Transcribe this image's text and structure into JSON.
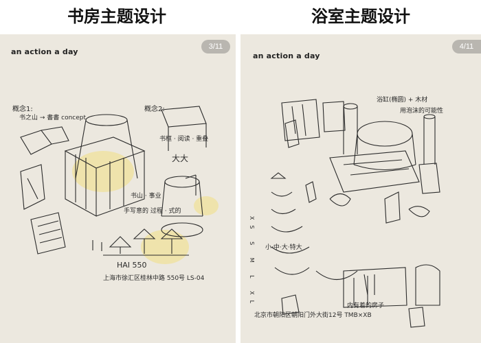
{
  "titles": {
    "left": "书房主题设计",
    "right": "浴室主题设计"
  },
  "left_card": {
    "brand": "an action a day",
    "page": "3/11",
    "notes": {
      "label1": "概念1:",
      "concept": "书之山 → 書書 concept",
      "label2": "概念2:",
      "notes_right": "书框 · 阅读 · 重叠",
      "big": "大大",
      "mid": "书山 · 事业",
      "mid2": "手写意的 过程 · 式的",
      "addr1": "HAI 550",
      "addr2": "上海市徐汇区桂林中路 550号 LS-04"
    },
    "accent_color": "#f2e08a"
  },
  "right_card": {
    "brand": "an action a day",
    "page": "4/11",
    "notes": {
      "top": "浴缸(椭圆) + 木材",
      "top2": "用泡沫的可能性",
      "sizes": "XS S M L XL",
      "row": "小·中·大·特大",
      "caption": "内有着的房子",
      "addr": "北京市朝阳区朝阳门外大街12号 TMB×XB"
    }
  }
}
